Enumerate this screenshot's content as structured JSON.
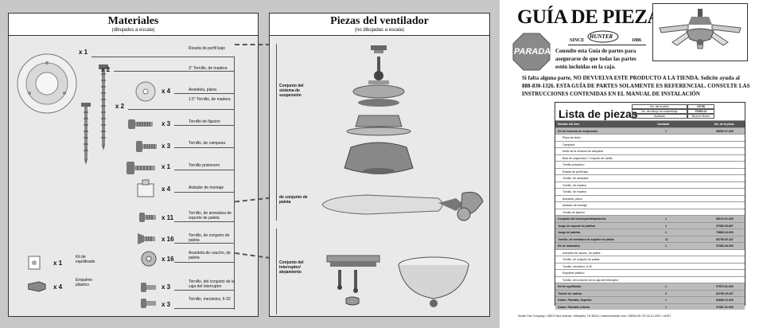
{
  "materiales": {
    "title": "Materiales",
    "subtitle": "(dibujados a escala)",
    "items": [
      {
        "qty": "x 1",
        "label": "Roseta de perfil bajo"
      },
      {
        "qty": "x 2",
        "label": "3\" Tornillo, de madera"
      },
      {
        "qty": "x 4",
        "label": "Arandela, plana"
      },
      {
        "qty": "x 2",
        "label": "1.5\" Tornillo, de madera"
      },
      {
        "qty": "x 3",
        "label": "Tornillo de fijación"
      },
      {
        "qty": "x 3",
        "label": "Tornillo, de campana"
      },
      {
        "qty": "x 1",
        "label": "Tornillo prisionero"
      },
      {
        "qty": "x 4",
        "label": "Aislador de montaje"
      },
      {
        "qty": "x 11",
        "label": "Tornillo, de armadura de soporte de paleta"
      },
      {
        "qty": "x 16",
        "label": "Tornillo, de conjunto de paleta"
      },
      {
        "qty": "x 16",
        "label": "Arandela de caucho, de paleta"
      },
      {
        "qty": "x 1",
        "label": "Kit de equilibrado"
      },
      {
        "qty": "x 4",
        "label": "Empalme plástico"
      },
      {
        "qty": "x 3",
        "label": "Tornillo, del conjunto de la caja del interruptor"
      },
      {
        "qty": "x 3",
        "label": "Tornillo, mecánico, 6-32"
      }
    ]
  },
  "piezas": {
    "title": "Piezas del ventilador",
    "subtitle": "(no dibujadas a escala)",
    "groups": [
      "Conjunto del sistema de suspensión",
      "de conjunto de paleta",
      "Conjunto del interruptor/ alojamiento"
    ]
  },
  "right": {
    "title": "GUÍA DE PIEZAS",
    "brand": "HUNTER",
    "since": "SINCE",
    "year": "1886",
    "stop": "PARADA",
    "intro": [
      "Consulte esta Guía de partes para",
      "asegurarse de que todas las partes",
      "estén incluidas en la caja."
    ],
    "warning": [
      "Si falta alguna parte, NO DEVUELVA ESTE PRODUCTO A LA TIENDA. Solicite ayuda al",
      "888-830-1326.  ESTA GUÍA DE PARTES SOLAMENTE ES REFERENCIAL. CONSULTE LAS",
      "INSTRUCCIONES CONTENIDAS EN EL MANUAL DE INSTALACIÓN"
    ]
  },
  "lista": {
    "title": "Lista de piezas",
    "meta": [
      {
        "k": "No. del modelo",
        "v": "23798"
      },
      {
        "k": "No. del dibujo de ensamblaje",
        "v": "97905-01"
      },
      {
        "k": "Acabado",
        "v": "Bronce Nuevo"
      }
    ],
    "columns": [
      "Nombre del ítem",
      "Cantidad",
      "No. de la pieza"
    ],
    "rows": [
      {
        "n": "Kit del sistema de suspensión",
        "q": "1",
        "p": "98900-07-000",
        "t": "sh"
      },
      {
        "n": "Placa de techo",
        "q": "",
        "p": "",
        "t": ""
      },
      {
        "n": "Campana",
        "q": "",
        "p": "",
        "t": ""
      },
      {
        "n": "Anillo de la moldura de campana",
        "q": "",
        "p": "",
        "t": ""
      },
      {
        "n": "Bola de suspensión / Conjunto de varilla",
        "q": "",
        "p": "",
        "t": ""
      },
      {
        "n": "Tornillo prisionero",
        "q": "",
        "p": "",
        "t": ""
      },
      {
        "n": "Roseta de perfil bajo",
        "q": "",
        "p": "",
        "t": ""
      },
      {
        "n": "Tornillo, de campana",
        "q": "",
        "p": "",
        "t": ""
      },
      {
        "n": "Tornillo, de madera",
        "q": "",
        "p": "",
        "t": ""
      },
      {
        "n": "Tornillo, de madera",
        "q": "",
        "p": "",
        "t": ""
      },
      {
        "n": "Arandela, plana",
        "q": "",
        "p": "",
        "t": ""
      },
      {
        "n": "Aislador de montaje",
        "q": "",
        "p": "",
        "t": ""
      },
      {
        "n": "Tornillo de fijación",
        "q": "",
        "p": "",
        "t": ""
      },
      {
        "n": "Conjunto del interruptor/alojamiento",
        "q": "1",
        "p": "85074-01-000",
        "t": "sh"
      },
      {
        "n": "Juego de soporte de paletas",
        "q": "1",
        "p": "97983-06-807",
        "t": "sh"
      },
      {
        "n": "Juego de paletas",
        "q": "1",
        "p": "75883-04-000",
        "t": "sh"
      },
      {
        "n": "Tornillo, de armadura de soporte de paleta",
        "q": "11",
        "p": "83755-00-347",
        "t": "sh"
      },
      {
        "n": "Kit de materiales",
        "q": "1",
        "p": "97583-06-000",
        "t": "sh"
      },
      {
        "n": "Arandela de caucho, de paleta",
        "q": "",
        "p": "",
        "t": ""
      },
      {
        "n": "Tornillo, de conjunto de paleta",
        "q": "",
        "p": "",
        "t": ""
      },
      {
        "n": "Tornillo, mecánico, 6-32",
        "q": "",
        "p": "",
        "t": ""
      },
      {
        "n": "Empalme plástico",
        "q": "",
        "p": "",
        "t": ""
      },
      {
        "n": "Tornillo, del conjunto de la caja del interruptor",
        "q": "",
        "p": "",
        "t": ""
      },
      {
        "n": "Kit de equilibrado",
        "q": "1",
        "p": "97570-01-000",
        "t": "sh"
      },
      {
        "n": "Tirador de cadena",
        "q": "2",
        "p": "82755-15-347",
        "t": "sh"
      },
      {
        "n": "Globo / Pantalla, Superior",
        "q": "1",
        "p": "84896-10-000",
        "t": "sh"
      },
      {
        "n": "Globo / Pantalla, Inferior",
        "q": "1",
        "p": "97587-01-000",
        "t": "sh"
      }
    ]
  },
  "footer": "Hunter Fan Company  •  2500 Frisco Avenue  •  Memphis, TN 38114  •  www.hunterfan.com  •  98000-09-723  09-14-2007  •  c2007",
  "colors": {
    "panel": "#c8c8c8",
    "box": "#e9e9e9",
    "stop": "#8a8a8a"
  }
}
